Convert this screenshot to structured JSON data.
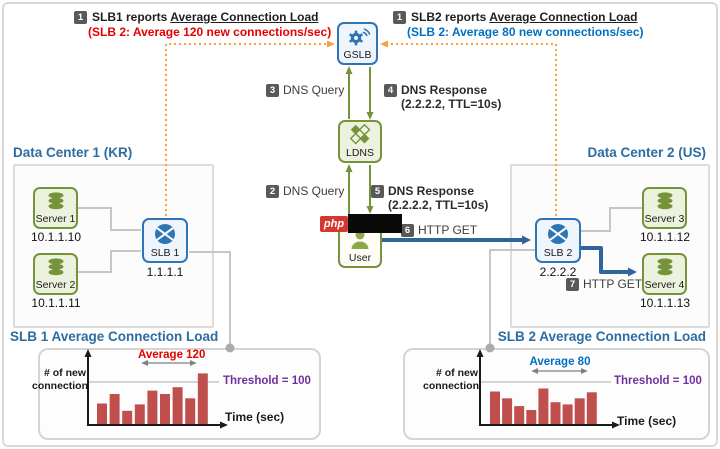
{
  "colors": {
    "heading_blue": "#2b6ca3",
    "annotation_red": "#e60000",
    "annotation_blue": "#0070c0",
    "threshold_purple": "#7030a0",
    "bar_red": "#c0504d",
    "report_arrow_orange": "#f9a23c",
    "dns_arrow_green": "#76923c",
    "http_arrow_blue": "#31639c",
    "node_green_border": "#77933c",
    "node_blue_border": "#2e75b6",
    "badge_gray": "#595959"
  },
  "top_annotations": {
    "left": {
      "badge": "1",
      "prefix": "SLB1 reports ",
      "underlined": "Average Connection Load",
      "detail": "(SLB 2: Average 120 new connections/sec)"
    },
    "right": {
      "badge": "1",
      "prefix": "SLB2 reports ",
      "underlined": "Average Connection Load",
      "detail": "(SLB 2: Average 80 new connections/sec)"
    }
  },
  "nodes": {
    "gslb": {
      "label": "GSLB"
    },
    "ldns": {
      "label": "LDNS"
    },
    "user": {
      "label": "User"
    },
    "watermark": {
      "label": "php"
    }
  },
  "steps": {
    "dns_query_upper": {
      "badge": "3",
      "label": "DNS Query"
    },
    "dns_response_upper": {
      "badge": "4",
      "label": "DNS Response",
      "detail": "(2.2.2.2, TTL=10s)"
    },
    "dns_query_lower": {
      "badge": "2",
      "label": "DNS Query"
    },
    "dns_response_lower": {
      "badge": "5",
      "label": "DNS Response",
      "detail": "(2.2.2.2, TTL=10s)"
    },
    "http_get_user": {
      "badge": "6",
      "label": "HTTP GET"
    },
    "http_get_server": {
      "badge": "7",
      "label": "HTTP GET"
    }
  },
  "datacenter1": {
    "title": "Data Center 1 (KR)",
    "slb": {
      "label": "SLB 1",
      "ip": "1.1.1.1"
    },
    "servers": [
      {
        "label": "Server 1",
        "ip": "10.1.1.10"
      },
      {
        "label": "Server 2",
        "ip": "10.1.1.11"
      }
    ]
  },
  "datacenter2": {
    "title": "Data Center 2 (US)",
    "slb": {
      "label": "SLB 2",
      "ip": "2.2.2.2"
    },
    "servers": [
      {
        "label": "Server 3",
        "ip": "10.1.1.12"
      },
      {
        "label": "Server 4",
        "ip": "10.1.1.13"
      }
    ]
  },
  "chart_data": [
    {
      "type": "bar",
      "title": "SLB 1 Average Connection Load",
      "ylabel": "# of new connection",
      "xlabel": "Time (sec)",
      "values": [
        50,
        72,
        33,
        48,
        80,
        72,
        88,
        62,
        120
      ],
      "ylim": [
        0,
        130
      ],
      "threshold": 100,
      "threshold_label": "Threshold = 100",
      "average_label": "Average 120",
      "average_value": 120,
      "average_span": "last 5 bars",
      "bar_color": "#c0504d",
      "average_label_color": "#e60000",
      "grid": false,
      "legend": false
    },
    {
      "type": "bar",
      "title": "SLB 2 Average Connection Load",
      "ylabel": "# of new connection",
      "xlabel": "Time (sec)",
      "values": [
        78,
        62,
        44,
        35,
        85,
        53,
        48,
        62,
        76
      ],
      "ylim": [
        0,
        130
      ],
      "threshold": 100,
      "threshold_label": "Threshold = 100",
      "average_label": "Average 80",
      "average_value": 80,
      "average_span": "last 5 bars",
      "bar_color": "#c0504d",
      "average_label_color": "#0070c0",
      "grid": false,
      "legend": false
    }
  ]
}
